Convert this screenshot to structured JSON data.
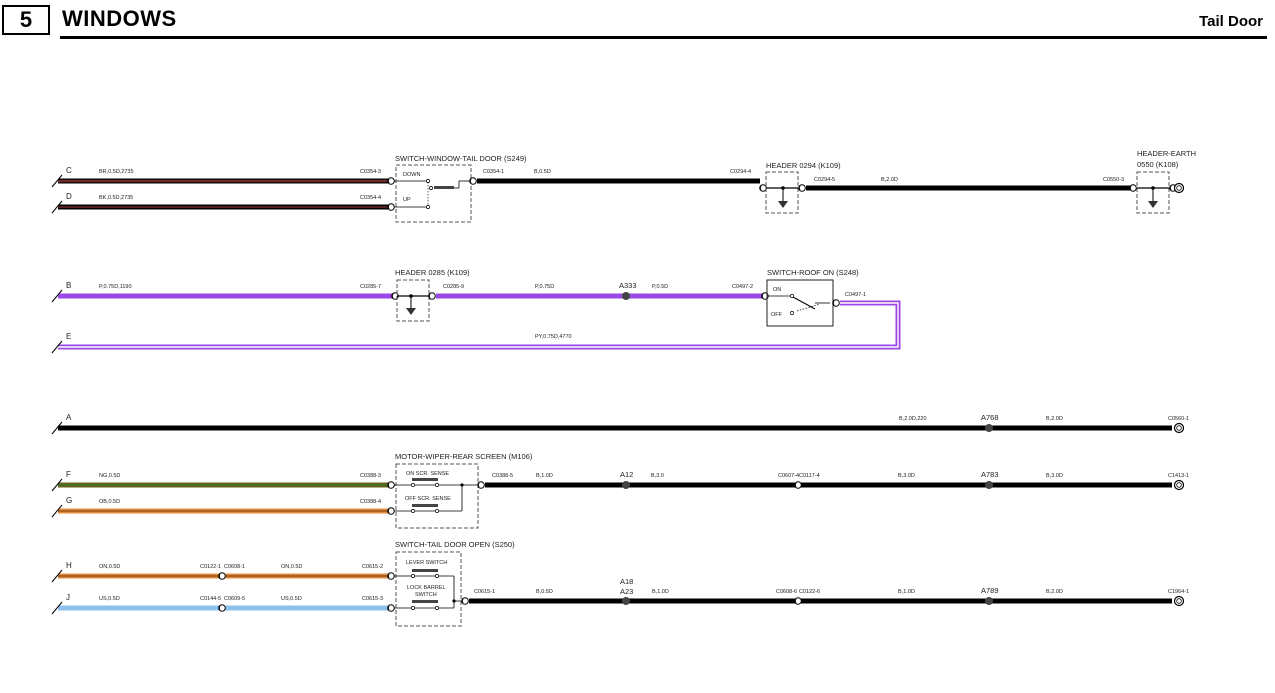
{
  "header": {
    "section_number": "5",
    "section_title": "WINDOWS",
    "page_title": "Tail Door"
  },
  "colors": {
    "brown": "#6e2a2a",
    "purple": "#9b48e8",
    "orange": "#e08a3a",
    "olive": "#6b5e1a",
    "blue": "#8ec0ee",
    "black": "#000000"
  },
  "pins": {
    "C": "C",
    "D": "D",
    "B": "B",
    "E": "E",
    "A": "A",
    "F": "F",
    "G": "G",
    "H": "H",
    "J": "J"
  },
  "wires": {
    "c": "BR,0.5D,2735",
    "d": "BK,0.5D,2735",
    "s249_out": "B,0.5D",
    "k109_out": "B,2.0D",
    "b": "P,0.75D,1190",
    "hdr285_out": "P,0.75D",
    "a333_out": "P,0.5D",
    "e": "PY,0.75D,4770",
    "a_main": "B,2.0D,220",
    "a_after": "B,2.0D",
    "f": "NG,0.5D",
    "g": "OB,0.5D",
    "m106_out": "B,1.0D",
    "a12_out": "B,3.0",
    "c0117_out": "B,3.0D",
    "a783_out": "B,3.0D",
    "h": "ON,0.5D",
    "h2": "ON,0.5D",
    "j": "US,0.5D",
    "j2": "US,0.5D",
    "s250_out": "B,0.5D",
    "a23_out": "B,1.0D",
    "c0122_out": "B,1.0D",
    "a789_out": "B,2.0D"
  },
  "connectors": {
    "c0354_3": "C0354-3",
    "c0354_4": "C0354-4",
    "c0354_1": "C0354-1",
    "c0294_4": "C0294-4",
    "c0294_5": "C0294-5",
    "c0550_3": "C0550-3",
    "c0285_7": "C0285-7",
    "c0285_9": "C0285-9",
    "c0497_2": "C0497-2",
    "c0497_1": "C0497-1",
    "c0560_1": "C0560-1",
    "c0388_3": "C0388-3",
    "c0388_4": "C0388-4",
    "c0388_5": "C0388-5",
    "c0607_4": "C0607-4",
    "c0117_4": "C0117-4",
    "c1413_1": "C1413-1",
    "c0122_1": "C0122-1",
    "c0608_1": "C0608-1",
    "c0615_2": "C0615-2",
    "c0144_5": "C0144-5",
    "c0609_5": "C0609-5",
    "c0615_3": "C0615-3",
    "c0615_1": "C0615-1",
    "c0608_6": "C0608-6",
    "c0122_6": "C0122-6",
    "c1964_1": "C1964-1"
  },
  "splices": {
    "a333": "A333",
    "a768": "A768",
    "a12": "A12",
    "a783": "A783",
    "a18": "A18",
    "a23": "A23",
    "a789": "A789"
  },
  "components": {
    "s249": "SWITCH-WINDOW-TAIL DOOR (S249)",
    "s249_down": "DOWN",
    "s249_up": "UP",
    "k109_0294": "HEADER 0294 (K109)",
    "k108_line1": "HEADER-EARTH",
    "k108_line2": "0550 (K108)",
    "k109_0285": "HEADER 0285 (K109)",
    "s248": "SWITCH-ROOF ON (S248)",
    "s248_on": "ON",
    "s248_off": "OFF",
    "m106": "MOTOR-WIPER-REAR SCREEN (M106)",
    "m106_on": "ON SCR. SENSE",
    "m106_off": "OFF SCR. SENSE",
    "s250": "SWITCH-TAIL DOOR OPEN (S250)",
    "s250_lever": "LEVER SWITCH",
    "s250_lock1": "LOCK BARREL",
    "s250_lock2": "SWITCH"
  }
}
